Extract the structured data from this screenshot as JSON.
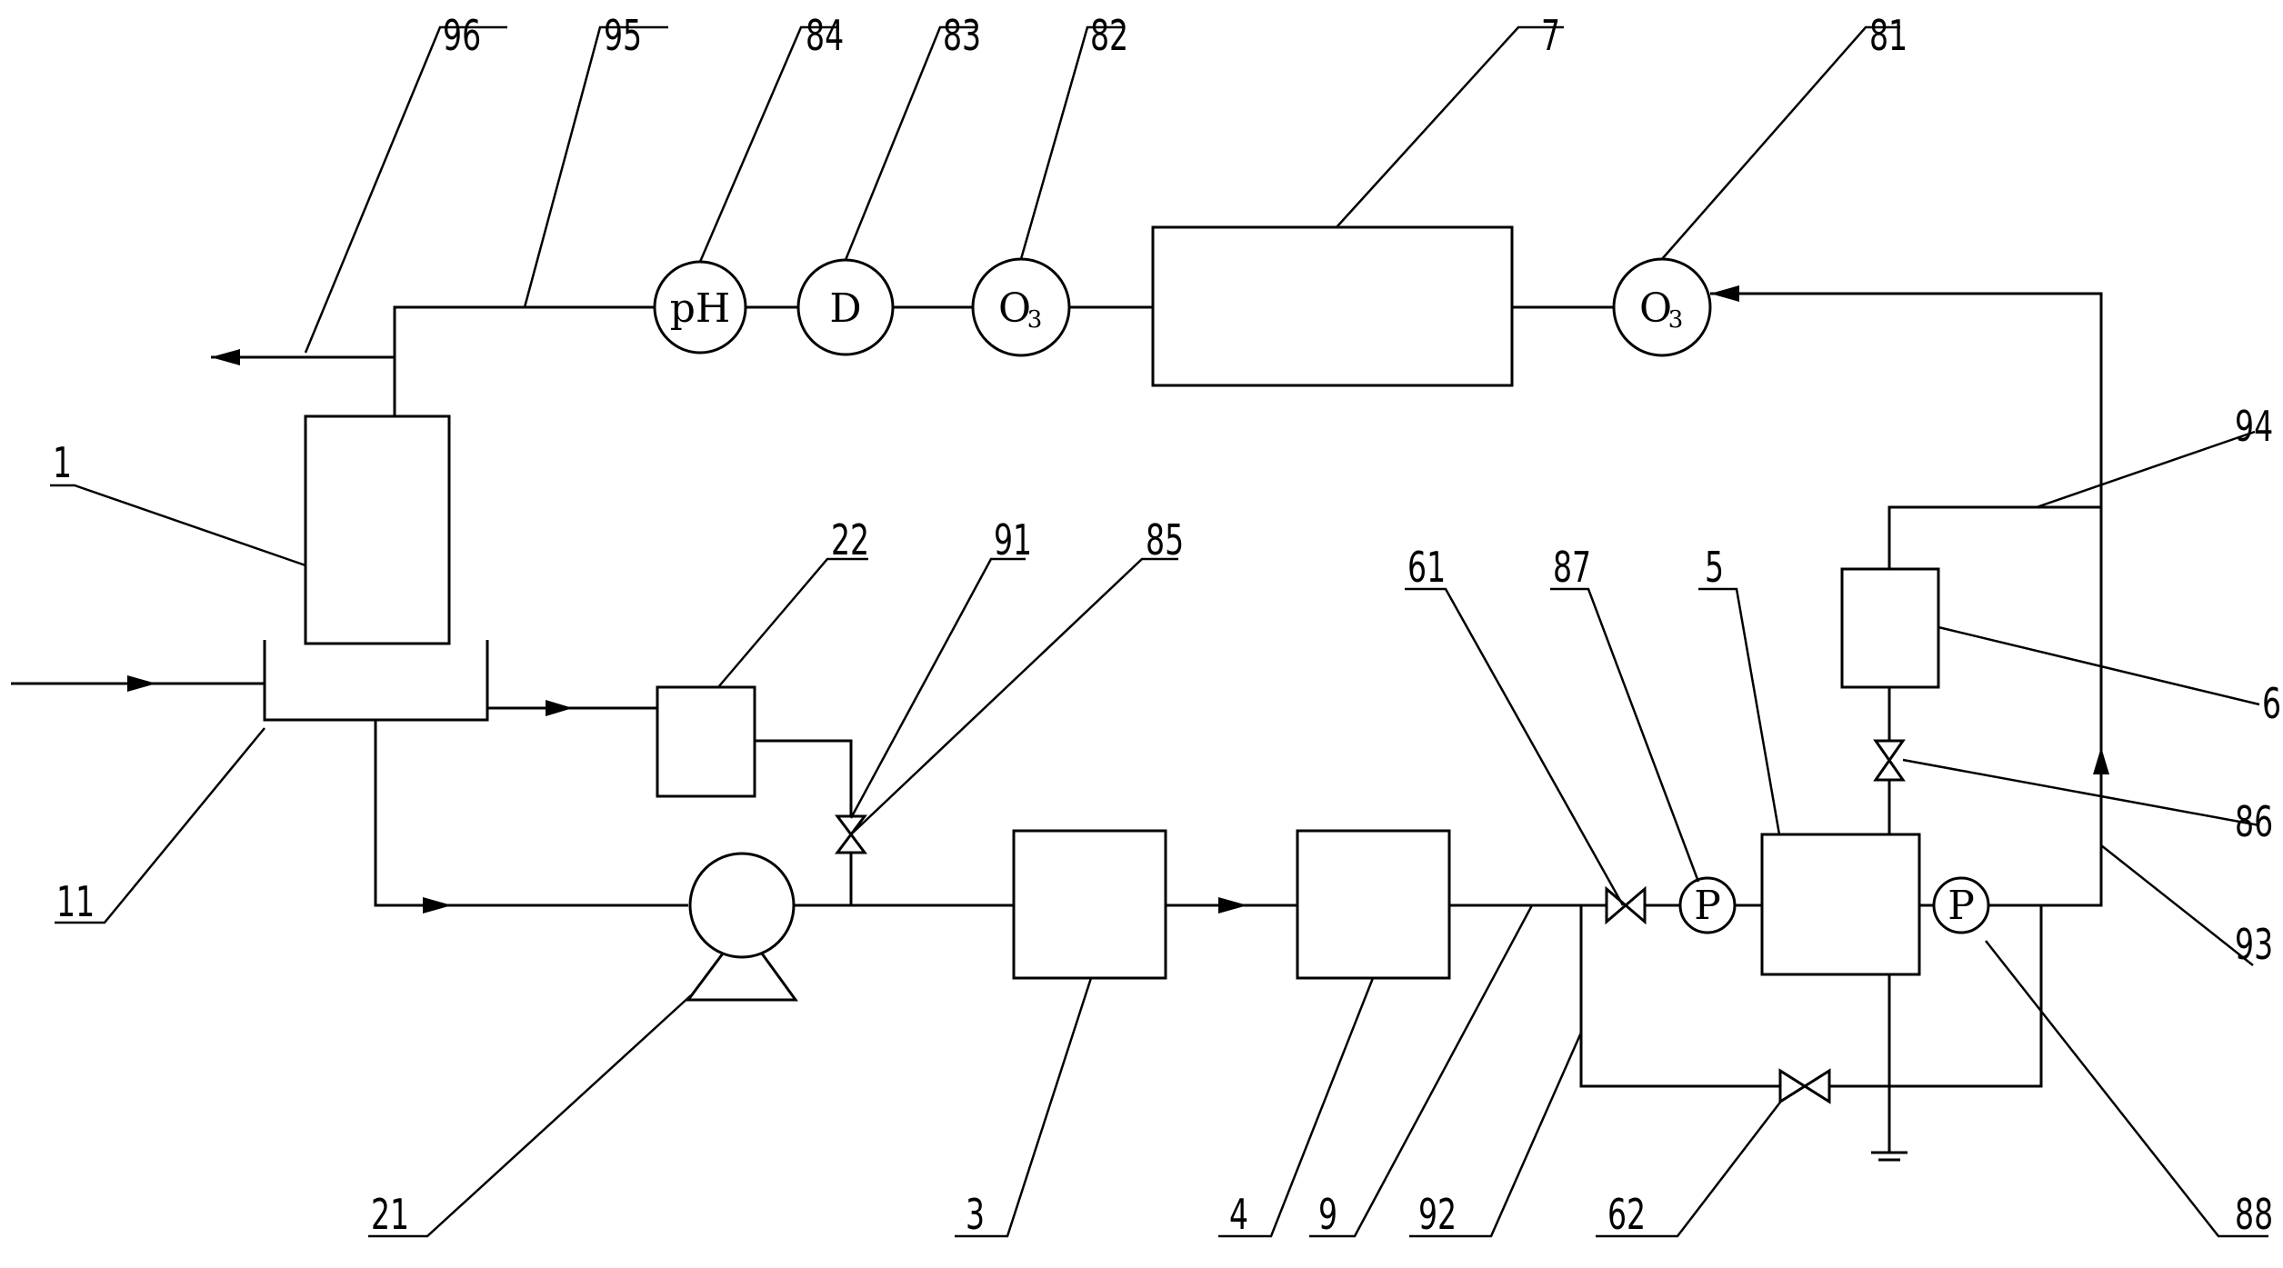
{
  "labels": {
    "l96": "96",
    "l95": "95",
    "l84": "84",
    "l83": "83",
    "l82": "82",
    "l7": "7",
    "l81": "81",
    "l94": "94",
    "l1": "1",
    "l22": "22",
    "l91": "91",
    "l85": "85",
    "l61": "61",
    "l87": "87",
    "l5": "5",
    "l6": "6",
    "l86": "86",
    "l93": "93",
    "l11": "11",
    "l21": "21",
    "l3": "3",
    "l4": "4",
    "l9": "9",
    "l92": "92",
    "l62": "62",
    "l88": "88"
  },
  "gauges": {
    "ph": "pH",
    "d": "D",
    "o3_main": "O",
    "o3_sub": "3",
    "p": "P"
  }
}
